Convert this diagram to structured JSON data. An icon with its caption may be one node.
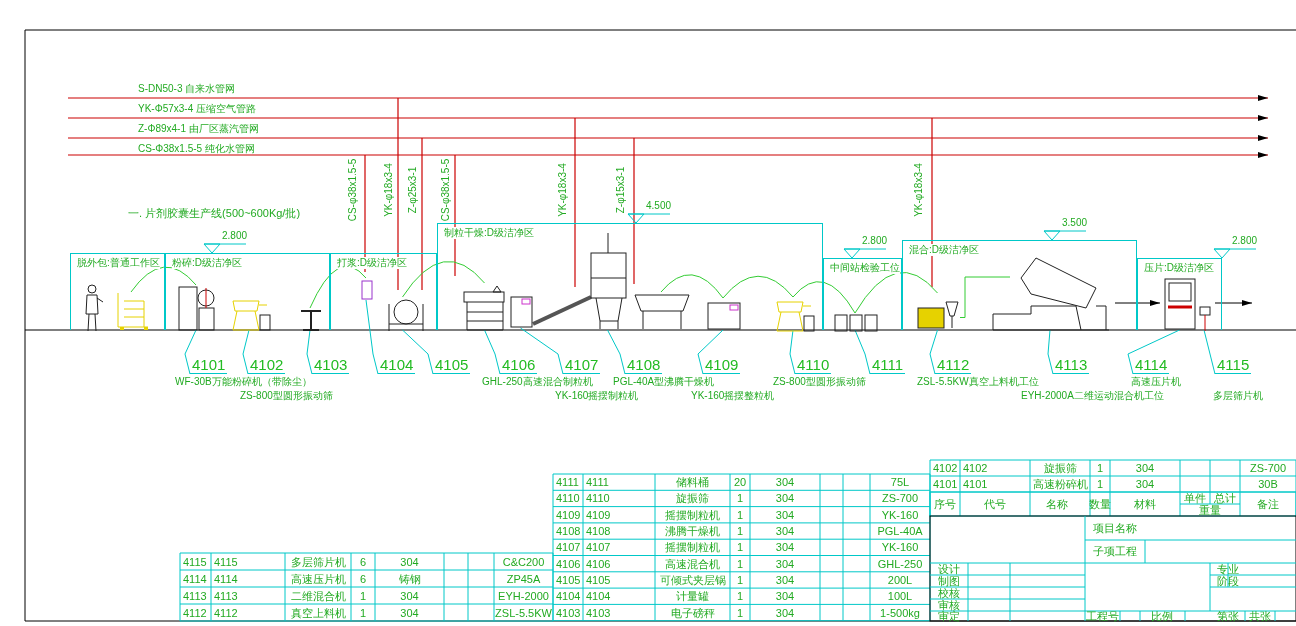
{
  "diagram": {
    "nodes": [
      {
        "text": [
          "脱外包:普通工作区"
        ]
      },
      {
        "text": [],
        "shape": "person",
        "in": 0
      },
      {
        "text": [],
        "shape": "box",
        "in": 0
      },
      {
        "text": [
          "粉碎:D级洁净区"
        ]
      },
      {
        "text": [],
        "shape": "box",
        "in": 3
      },
      {
        "text": [],
        "shape": "box",
        "in": 3
      },
      {
        "text": [],
        "shape": "box",
        "in": 3
      },
      {
        "text": [
          "打浆:D级洁净区"
        ]
      },
      {
        "text": [],
        "shape": "box",
        "in": 7
      },
      {
        "text": [],
        "shape": "box",
        "in": 7
      },
      {
        "text": [
          "制粒干燥:D级洁净区"
        ]
      },
      {
        "text": [],
        "shape": "box",
        "in": 10
      },
      {
        "text": [],
        "shape": "box",
        "in": 10
      },
      {
        "text": [],
        "shape": "box",
        "in": 10
      },
      {
        "text": [],
        "shape": "box",
        "in": 10
      },
      {
        "text": [],
        "shape": "box",
        "in": 10
      },
      {
        "text": [],
        "shape": "box",
        "in": 10
      },
      {
        "text": [
          "中间站检验工位"
        ]
      },
      {
        "text": [],
        "shape": "box",
        "in": 17
      },
      {
        "text": [
          "混合:D级洁净区"
        ]
      },
      {
        "text": [],
        "shape": "box",
        "in": 19
      },
      {
        "text": [],
        "shape": "box",
        "in": 19
      },
      {
        "text": [
          "压片:D级洁净区"
        ]
      },
      {
        "text": [],
        "shape": "box",
        "in": 22
      },
      {
        "text": [],
        "shape": "box",
        "in": 22
      },
      {
        "text": [
          "4101"
        ],
        "beside": [
          "WF-30B万能粉碎机（带除尘）"
        ]
      },
      {
        "text": [
          "4102"
        ],
        "beside": [
          "ZS-800型圆形振动筛"
        ]
      },
      {
        "text": [
          "4103"
        ]
      },
      {
        "text": [
          "4104"
        ]
      },
      {
        "text": [
          "4105"
        ]
      },
      {
        "text": [
          "4106"
        ],
        "beside": [
          "GHL-250高速混合制粒机"
        ]
      },
      {
        "text": [
          "4107"
        ],
        "beside": [
          "YK-160摇摆制粒机"
        ]
      },
      {
        "text": [
          "4108"
        ],
        "beside": [
          "PGL-40A型沸腾干燥机"
        ]
      },
      {
        "text": [
          "4109"
        ],
        "beside": [
          "YK-160摇摆整粒机"
        ]
      },
      {
        "text": [
          "4110"
        ],
        "beside": [
          "ZS-800型圆形振动筛"
        ]
      },
      {
        "text": [
          "4111"
        ]
      },
      {
        "text": [
          "4112"
        ],
        "beside": [
          "ZSL-5.5KW真空上料机工位"
        ]
      },
      {
        "text": [
          "4113"
        ],
        "beside": [
          "EYH-2000A二维运动混合机工位"
        ]
      },
      {
        "text": [
          "4114"
        ],
        "beside": [
          "高速压片机"
        ]
      },
      {
        "text": [
          "4115"
        ],
        "beside": [
          "多层筛片机"
        ]
      }
    ],
    "edges": [
      {
        "from": 2,
        "to": 4,
        "arrow": "none",
        "color": "#33cc33"
      },
      {
        "from": 6,
        "to": 8,
        "arrow": "none",
        "color": "#33cc33"
      },
      {
        "from": 9,
        "to": 11,
        "arrow": "none",
        "color": "#33cc33"
      },
      {
        "from": 12,
        "to": 13,
        "arrow": "none",
        "style": "thick",
        "color": "#555555"
      },
      {
        "from": 14,
        "to": 15,
        "arrow": "none",
        "color": "#33cc33"
      },
      {
        "from": 15,
        "to": 16,
        "arrow": "none",
        "color": "#33cc33"
      },
      {
        "from": 16,
        "to": 18,
        "arrow": "none",
        "color": "#33cc33"
      },
      {
        "from": 18,
        "to": 20,
        "arrow": "none",
        "color": "#33cc33"
      },
      {
        "from": 20,
        "to": 21,
        "arrow": "none",
        "color": "#33cc33"
      },
      {
        "from": 21,
        "to": 23,
        "arrow": "to",
        "color": "#000000"
      },
      {
        "from": 24,
        "to": null,
        "arrow": "to",
        "color": "#000000"
      },
      {
        "from": 25,
        "to": 4,
        "arrow": "none"
      },
      {
        "from": 26,
        "to": 5,
        "arrow": "none"
      },
      {
        "from": 27,
        "to": 6,
        "arrow": "none"
      },
      {
        "from": 28,
        "to": 8,
        "arrow": "none"
      },
      {
        "from": 29,
        "to": 9,
        "arrow": "none"
      },
      {
        "from": 30,
        "to": 11,
        "arrow": "none"
      },
      {
        "from": 31,
        "to": 12,
        "arrow": "none"
      },
      {
        "from": 32,
        "to": 13,
        "arrow": "none"
      },
      {
        "from": 33,
        "to": 15,
        "arrow": "none"
      },
      {
        "from": 34,
        "to": 16,
        "arrow": "none"
      },
      {
        "from": 35,
        "to": 18,
        "arrow": "none"
      },
      {
        "from": 36,
        "to": 20,
        "arrow": "none"
      },
      {
        "from": 37,
        "to": 21,
        "arrow": "none"
      },
      {
        "from": 38,
        "to": 23,
        "arrow": "none"
      },
      {
        "from": 39,
        "to": 24,
        "arrow": "none"
      }
    ],
    "labels": [
      "S-DN50-3 自来水管网",
      "YK-Φ57x3-4 压缩空气管路",
      "Z-Φ89x4-1 由厂区蒸汽管网",
      "CS-Φ38x1.5-5 纯化水管网",
      "一. 片剂胶囊生产线(500~600Kg/批)",
      "CS-φ38x1.5-5",
      "YK-φ18x3-4",
      "Z-φ25x3-1",
      "CS-φ38x1.5-5",
      "YK-φ18x3-4",
      "Z-φ15x3-1",
      "YK-φ18x3-4",
      "2.800",
      "4.500",
      "2.800",
      "3.500",
      "2.800",
      "4111",
      "4111",
      "储料桶",
      "20",
      "304",
      "75L",
      "4110",
      "4110",
      "旋振筛",
      "1",
      "304",
      "ZS-700",
      "4109",
      "4109",
      "摇摆制粒机",
      "1",
      "304",
      "YK-160",
      "4108",
      "4108",
      "沸腾干燥机",
      "1",
      "304",
      "PGL-40A",
      "4107",
      "4107",
      "摇摆制粒机",
      "1",
      "304",
      "YK-160",
      "4106",
      "4106",
      "高速混合机",
      "1",
      "304",
      "GHL-250",
      "4105",
      "4105",
      "可倾式夹层锅",
      "1",
      "304",
      "200L",
      "4104",
      "4104",
      "计量罐",
      "1",
      "304",
      "100L",
      "4103",
      "4103",
      "电子磅秤",
      "1",
      "304",
      "1-500kg",
      "4102",
      "4102",
      "旋振筛",
      "1",
      "304",
      "ZS-700",
      "4101",
      "4101",
      "高速粉碎机",
      "1",
      "304",
      "30B",
      "序号",
      "代号",
      "名称",
      "数量",
      "材料",
      "单件",
      "总计",
      "重量",
      "备注",
      "4115",
      "4115",
      "多层筛片机",
      "6",
      "304",
      "C&C200",
      "4114",
      "4114",
      "高速压片机",
      "6",
      "铸钢",
      "ZP45A",
      "4113",
      "4113",
      "二维混合机",
      "1",
      "304",
      "EYH-2000",
      "4112",
      "4112",
      "真空上料机",
      "1",
      "304",
      "ZSL-5.5KW",
      "项目名称",
      "子项工程",
      "设计",
      "专业",
      "制图",
      "阶段",
      "校核",
      "审核",
      "审定",
      "工程号",
      "比例",
      "第张",
      "共张"
    ]
  }
}
